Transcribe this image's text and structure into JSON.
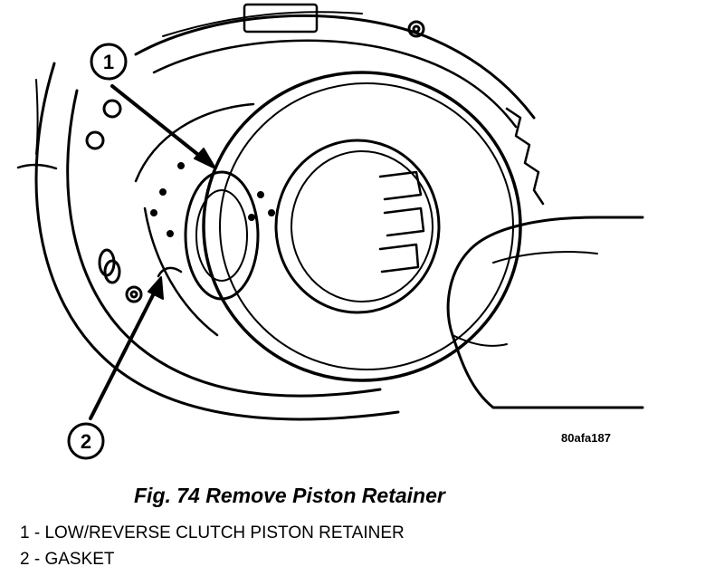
{
  "figure": {
    "callouts": [
      {
        "number": "1"
      },
      {
        "number": "2"
      }
    ],
    "art_code": "80afa187"
  },
  "caption": "Fig. 74 Remove Piston Retainer",
  "legend": [
    "1 - LOW/REVERSE CLUTCH PISTON RETAINER",
    "2 - GASKET"
  ]
}
